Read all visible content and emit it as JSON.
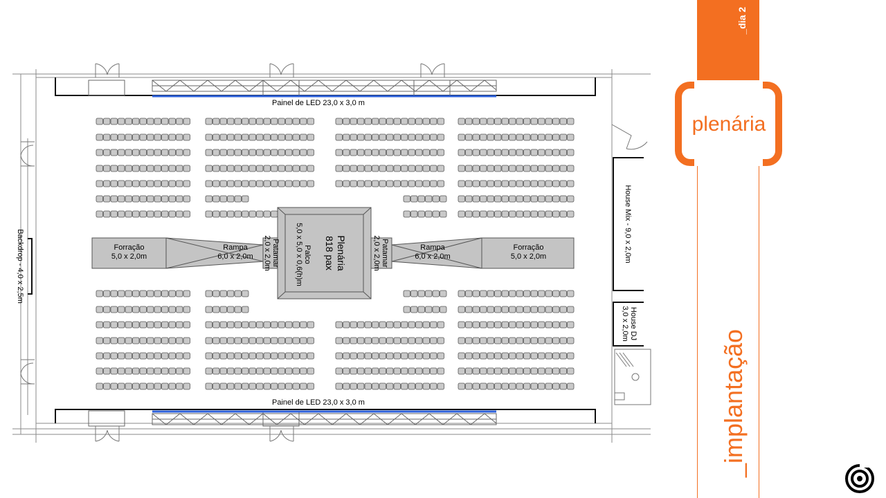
{
  "brand": {
    "day_tag": "_dia 2",
    "title": "plenária",
    "section": "_implantação",
    "accent_color": "#f36f21",
    "logo_icon": "target-spiral-icon"
  },
  "plan": {
    "led_top_label": "Painel de LED 23,0 x 3,0 m",
    "led_bottom_label": "Painel de LED 23,0 x 3,0 m",
    "backdrop_label": "Backdrop - 4,0 x 2,5m",
    "house_mix_label": "House Mix - 9,0 x 2,0m",
    "house_dj_line1": "House DJ",
    "house_dj_line2": "3,0 x 2,0m",
    "stage_line1": "Plenária",
    "stage_line2": "818 pax",
    "palco_line1": "Palco",
    "palco_line2": "5,0 x 5,0 x 0,6(h)m",
    "patamar_line1": "Patamar",
    "patamar_line2": "2,0 x 2,0m",
    "rampa_line1": "Rampa",
    "rampa_line2": "6,0 x 2,0m",
    "forracao_line1": "Forração",
    "forracao_line2": "5,0 x 2,0m",
    "led_color": "#2b5fd9"
  }
}
